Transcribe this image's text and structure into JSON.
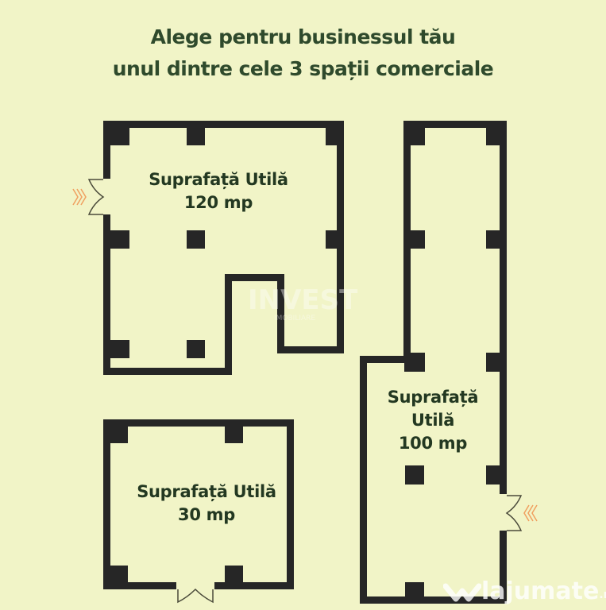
{
  "title": {
    "line1": "Alege pentru businessul tău",
    "line2": "unul dintre cele 3 spații comerciale"
  },
  "spaces": [
    {
      "line1": "Suprafață Utilă",
      "line2": "120 mp"
    },
    {
      "line1": "Suprafață",
      "line2": "Utilă",
      "line3": "100 mp"
    },
    {
      "line1": "Suprafață Utilă",
      "line2": "30 mp"
    }
  ],
  "watermarks": {
    "center": "INVEST",
    "center_sub": "IMOBILIARE",
    "corner": "lajumate",
    "corner_suffix": ".ro"
  },
  "colors": {
    "background": "#f1f4c7",
    "wall": "#262626",
    "text": "#233821",
    "entrance_arrow": "#f0a060"
  },
  "icons": [
    "entrance-door-icon",
    "entrance-arrow-icon",
    "lajumate-logo-icon"
  ]
}
